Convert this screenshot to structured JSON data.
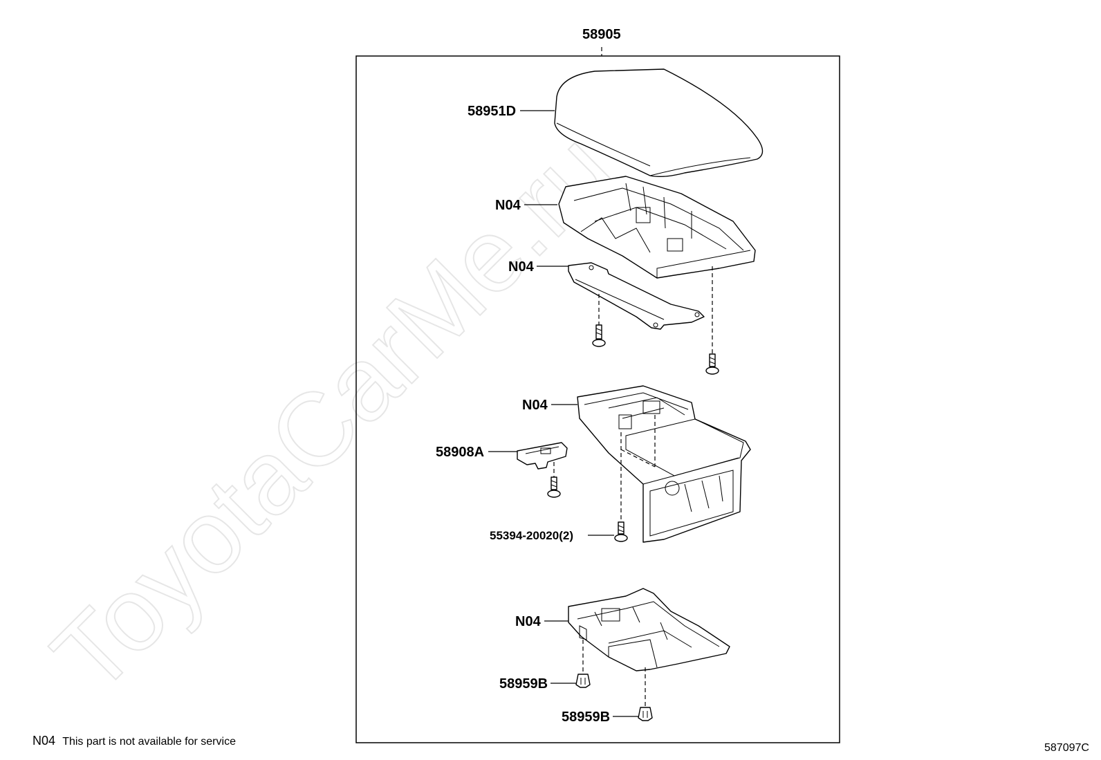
{
  "watermark": "ToyotaCarMe.ru",
  "assembly_label": "58905",
  "callouts": [
    {
      "id": "cover",
      "label": "58951D"
    },
    {
      "id": "lid",
      "label": "N04"
    },
    {
      "id": "plate",
      "label": "N04"
    },
    {
      "id": "hinge",
      "label": "N04"
    },
    {
      "id": "bracket",
      "label": "58908A"
    },
    {
      "id": "screw",
      "label": "55394-20020(2)"
    },
    {
      "id": "base",
      "label": "N04"
    },
    {
      "id": "clip1",
      "label": "58959B"
    },
    {
      "id": "clip2",
      "label": "58959B"
    }
  ],
  "footnote": {
    "code": "N04",
    "text": "This part is not available for service"
  },
  "diagram_code": "587097C"
}
